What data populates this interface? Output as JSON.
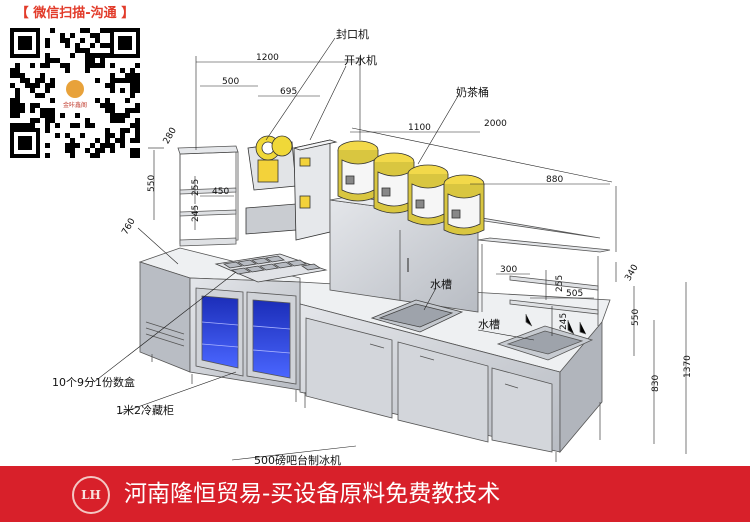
{
  "qr": {
    "title": "【 微信扫描-沟通 】",
    "brand": "金咔鑫阁"
  },
  "banner": {
    "logo": "LH",
    "text": "河南隆恒贸易-买设备原料免费教技术"
  },
  "components": {
    "sealer": "封口机",
    "boiler": "开水机",
    "tea_barrels": "奶茶桶",
    "sink_upper": "水槽",
    "sink_lower": "水槽",
    "boxes": "10个9分1份数盒",
    "fridge": "1米2冷藏柜",
    "ice_machine": "500磅吧台制冰机"
  },
  "dimensions": {
    "d1200": "1200",
    "d500": "500",
    "d695": "695",
    "d280": "280",
    "d550_left": "550",
    "d255": "255",
    "d450": "450",
    "d245_left": "245",
    "d760": "760",
    "d1100": "1100",
    "d2000": "2000",
    "d880": "880",
    "d300": "300",
    "d340": "340",
    "d255_right": "255",
    "d505": "505",
    "d245_right": "245",
    "d550_right": "550",
    "d830": "830",
    "d1370": "1370"
  },
  "colors": {
    "steel": "#c9ccd1",
    "steel_dark": "#9ea3ab",
    "barrel_gold": "#d9c640",
    "fridge_blue": "#2a3fe0",
    "banner_red": "#d8202a",
    "qr_red": "#e23b2a"
  }
}
